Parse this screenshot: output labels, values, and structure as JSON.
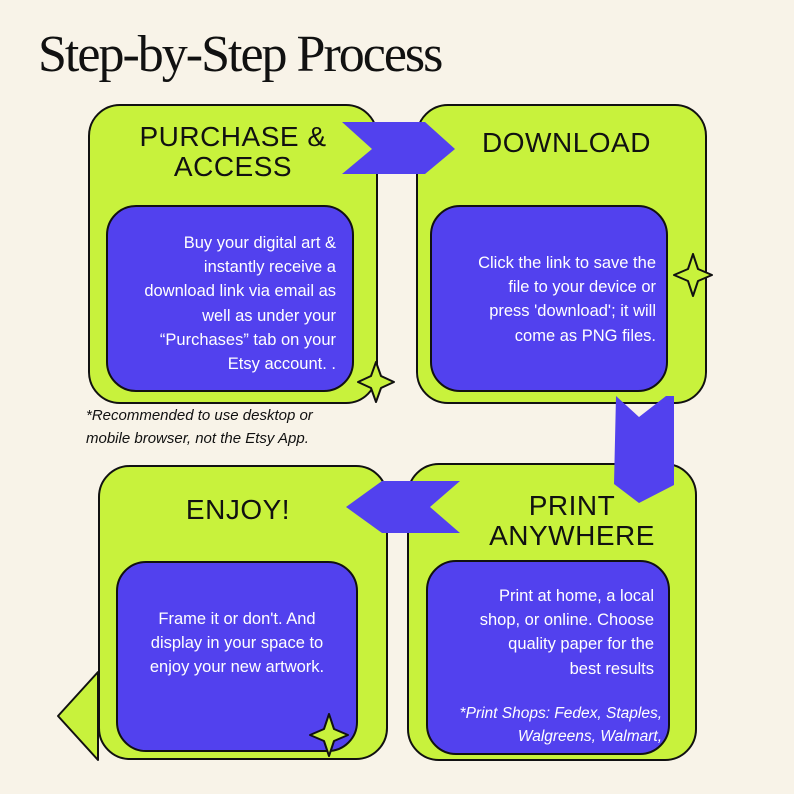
{
  "title": "Step-by-Step Process",
  "colors": {
    "background": "#f8f3e8",
    "card": "#c8f23c",
    "panel": "#5241ee",
    "outline": "#111111",
    "text": "#111111",
    "panel_text": "#ffffff"
  },
  "steps": [
    {
      "title_lines": [
        "PURCHASE &",
        "ACCESS"
      ],
      "body_lines": [
        "Buy your digital art &",
        "instantly receive a",
        "download link via email as",
        "well as under your",
        "“Purchases” tab on your",
        "Etsy account. ."
      ]
    },
    {
      "title_lines": [
        "DOWNLOAD"
      ],
      "body_lines": [
        "Click the link to save the",
        "file to your device or",
        "press 'download'; it will",
        "come as PNG files."
      ]
    },
    {
      "title_lines": [
        "PRINT",
        "ANYWHERE"
      ],
      "body_lines": [
        "Print at home, a local",
        "shop, or online. Choose",
        "quality paper for the",
        "best results"
      ],
      "note_lines": [
        "*Print Shops: Fedex, Staples,",
        "Walgreens, Walmart,"
      ]
    },
    {
      "title_lines": [
        "ENJOY!"
      ],
      "body_lines": [
        "Frame it or don't. And",
        "display in your space to",
        "enjoy your new artwork."
      ]
    }
  ],
  "footnote_lines": [
    "*Recommended to use desktop or",
    "mobile browser, not the Etsy App."
  ],
  "icons": [
    "sparkle-icon",
    "arrow-right-icon",
    "arrow-down-icon",
    "arrow-left-icon"
  ]
}
